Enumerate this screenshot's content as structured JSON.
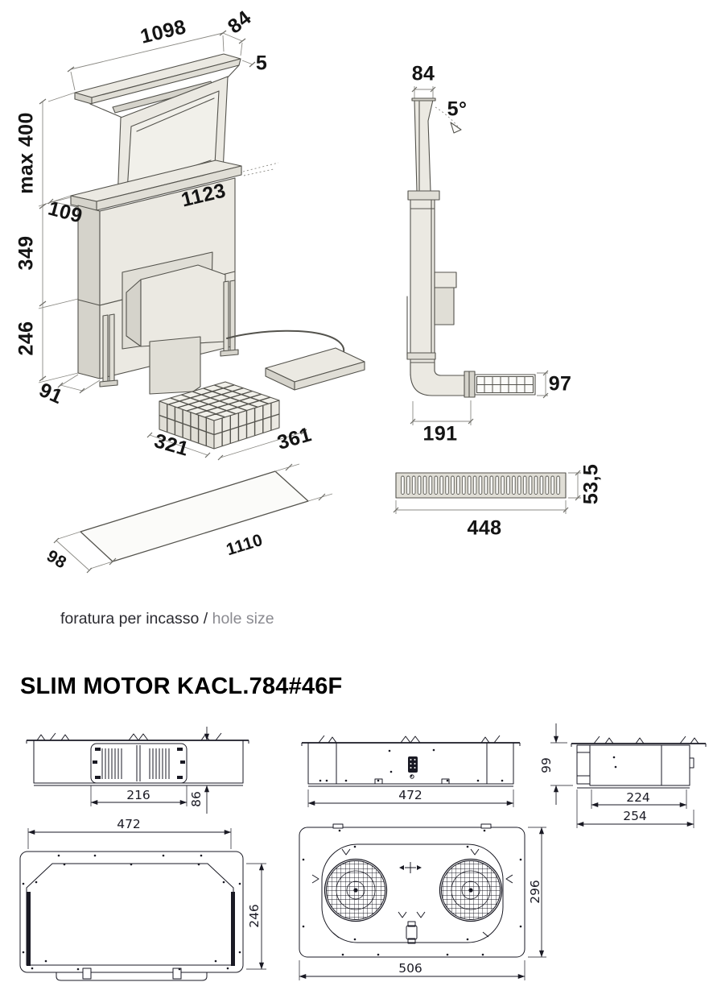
{
  "hood": {
    "iso": {
      "top_width": "1098",
      "top_depth": "84",
      "glass_thickness": "5",
      "lift_height": "max 400",
      "plinth_depth": "109",
      "body_width": "1123",
      "upper_height": "349",
      "lower_height": "246",
      "base_depth": "91",
      "filter_front": "321",
      "filter_side": "361"
    },
    "side": {
      "chimney_top_width": "84",
      "tilt_angle": "5°",
      "outlet_height": "97",
      "outlet_depth": "191"
    },
    "grille": {
      "width": "448",
      "height": "53,5"
    },
    "hole": {
      "length": "1110",
      "width": "98"
    },
    "caption": {
      "italian": "foratura per incasso",
      "separator": "/",
      "english": "hole size"
    }
  },
  "motor": {
    "heading": "SLIM MOTOR KACL.784#46F",
    "front_view": {
      "outlet_width": "216",
      "outlet_height": "86"
    },
    "top_view": {
      "width": "472"
    },
    "side_view": {
      "height": "99",
      "body_depth": "224",
      "total_depth": "254"
    },
    "plate_view": {
      "width": "472",
      "height": "246"
    },
    "bottom_view": {
      "width": "506",
      "height": "296"
    }
  },
  "colors": {
    "hood_fill": "#ebe9e2",
    "hood_line": "#54534d",
    "tech_line": "#1a1a24",
    "dim_text": "#141414",
    "caption_gray": "#8b8b91"
  }
}
